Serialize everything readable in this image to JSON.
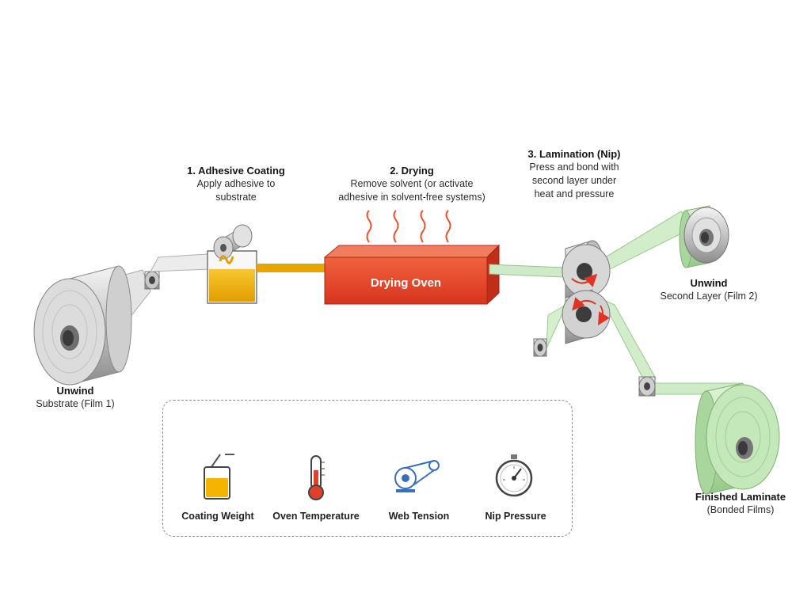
{
  "steps": {
    "coating": {
      "title": "1. Adhesive Coating",
      "line1": "Apply adhesive to",
      "line2": "substrate"
    },
    "drying": {
      "title": "2. Drying",
      "line1": "Remove solvent (or activate",
      "line2": "adhesive in solvent-free systems)"
    },
    "lamination": {
      "title": "3. Lamination (Nip)",
      "line1": "Press and bond with",
      "line2": "second layer under",
      "line3": "heat and pressure"
    }
  },
  "oven": {
    "label": "Drying Oven"
  },
  "unwind1": {
    "title": "Unwind",
    "subtitle": "Substrate (Film 1)"
  },
  "unwind2": {
    "title": "Unwind",
    "subtitle": "Second Layer (Film 2)"
  },
  "finished": {
    "title": "Finished Laminate",
    "subtitle": "(Bonded Films)"
  },
  "legend": {
    "items": [
      {
        "label": "Coating Weight",
        "icon": "beaker-icon"
      },
      {
        "label": "Oven Temperature",
        "icon": "thermometer-icon"
      },
      {
        "label": "Web Tension",
        "icon": "tension-pulley-icon"
      },
      {
        "label": "Nip Pressure",
        "icon": "pressure-gauge-icon"
      }
    ]
  },
  "colors": {
    "adhesive": "#f2b400",
    "oven": "#e8452a",
    "film2": "#bfe5b5",
    "metal": "#b8b8b8",
    "arrow": "#e03525"
  }
}
